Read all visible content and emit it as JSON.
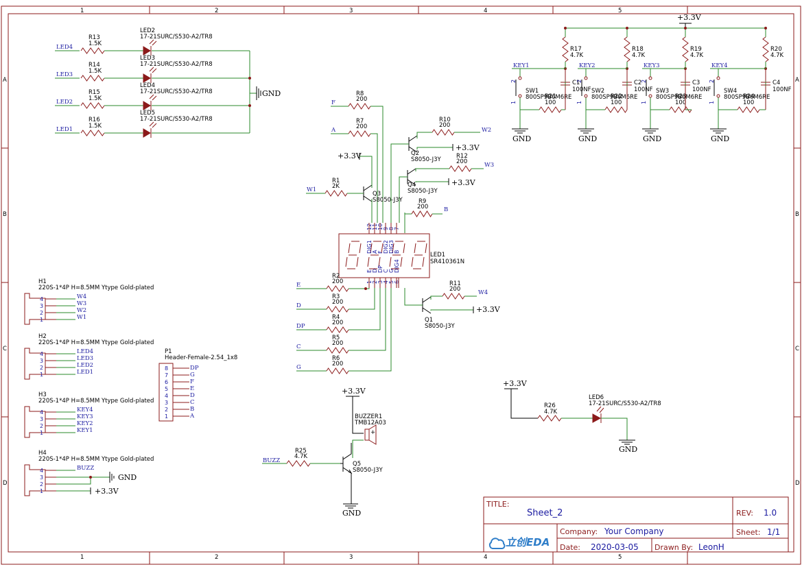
{
  "border": {
    "cols": [
      "1",
      "2",
      "3",
      "4",
      "5"
    ],
    "rows": [
      "A",
      "B",
      "C",
      "D"
    ]
  },
  "leds_left": [
    {
      "res": "R13",
      "val": "1.5K",
      "led": "LED2",
      "part": "17-21SURC/S530-A2/TR8",
      "net": "LED4"
    },
    {
      "res": "R14",
      "val": "1.5K",
      "led": "LED3",
      "part": "17-21SURC/S530-A2/TR8",
      "net": "LED3"
    },
    {
      "res": "R15",
      "val": "1.5K",
      "led": "LED4",
      "part": "17-21SURC/S530-A2/TR8",
      "net": "LED2"
    },
    {
      "res": "R16",
      "val": "1.5K",
      "led": "LED5",
      "part": "17-21SURC/S530-A2/TR8",
      "net": "LED1"
    }
  ],
  "gnd": "GND",
  "vcc": "+3.3V",
  "keys": [
    {
      "pullup": "R17",
      "pval": "4.7K",
      "net": "KEY1",
      "sw": "SW1",
      "swpart": "800SP9B6M6RE",
      "res": "R21",
      "rval": "100",
      "cap": "C1",
      "cval": "100NF"
    },
    {
      "pullup": "R18",
      "pval": "4.7K",
      "net": "KEY2",
      "sw": "SW2",
      "swpart": "800SP9B6M6RE",
      "res": "R22",
      "rval": "100",
      "cap": "C2",
      "cval": "100NF"
    },
    {
      "pullup": "R19",
      "pval": "4.7K",
      "net": "KEY3",
      "sw": "SW3",
      "swpart": "800SP9B6M6RE",
      "res": "R23",
      "rval": "100",
      "cap": "C3",
      "cval": "100NF"
    },
    {
      "pullup": "R20",
      "pval": "4.7K",
      "net": "KEY4",
      "sw": "SW4",
      "swpart": "800SP9B6M6RE",
      "res": "R24",
      "rval": "100",
      "cap": "C4",
      "cval": "100NF"
    }
  ],
  "seg_top": [
    {
      "res": "R8",
      "val": "200",
      "net": "F"
    },
    {
      "res": "R7",
      "val": "200",
      "net": "A"
    }
  ],
  "seg_bottom": [
    {
      "res": "R2",
      "val": "200",
      "net": "E"
    },
    {
      "res": "R3",
      "val": "200",
      "net": "D"
    },
    {
      "res": "R4",
      "val": "200",
      "net": "DP"
    },
    {
      "res": "R5",
      "val": "200",
      "net": "C"
    },
    {
      "res": "R6",
      "val": "200",
      "net": "G"
    }
  ],
  "transistors": [
    {
      "ref": "Q2",
      "part": "S8050-J3Y",
      "res": "R10",
      "rval": "200",
      "net": "W2"
    },
    {
      "ref": "Q4",
      "part": "S8050-J3Y",
      "res": "R12",
      "rval": "200",
      "net": "W3"
    },
    {
      "ref": "Q3",
      "part": "S8050-J3Y",
      "res": "R1",
      "rval": "2K",
      "net": "W1"
    },
    {
      "ref": "Q1",
      "part": "S8050-J3Y",
      "res": "R11",
      "rval": "200",
      "net": "W4"
    }
  ],
  "r9": {
    "ref": "R9",
    "val": "200",
    "net": "B"
  },
  "display": {
    "ref": "LED1",
    "part": "SR410361N",
    "top_pins": [
      "12",
      "11",
      "10",
      "9",
      "8",
      "7"
    ],
    "top_names": [
      "DIG1",
      "A",
      "F",
      "DIG2",
      "DIG3",
      "B"
    ],
    "bot_pins": [
      "1",
      "2",
      "3",
      "4",
      "5",
      "6"
    ],
    "bot_names": [
      "E",
      "D",
      "DP",
      "C",
      "G",
      "DIG4"
    ]
  },
  "headers": [
    {
      "ref": "H1",
      "part": "220S-1*4P H=8.5MM Ytype Gold-plated",
      "pins": [
        "4",
        "3",
        "2",
        "1"
      ],
      "nets": [
        "W4",
        "W3",
        "W2",
        "W1"
      ]
    },
    {
      "ref": "H2",
      "part": "220S-1*4P H=8.5MM Ytype Gold-plated",
      "pins": [
        "4",
        "3",
        "2",
        "1"
      ],
      "nets": [
        "LED4",
        "LED3",
        "LED2",
        "LED1"
      ]
    },
    {
      "ref": "H3",
      "part": "220S-1*4P H=8.5MM Ytype Gold-plated",
      "pins": [
        "4",
        "3",
        "2",
        "1"
      ],
      "nets": [
        "KEY4",
        "KEY3",
        "KEY2",
        "KEY1"
      ]
    },
    {
      "ref": "H4",
      "part": "220S-1*4P H=8.5MM Ytype Gold-plated",
      "pins": [
        "4",
        "3",
        "2",
        "1"
      ],
      "nets": [
        "BUZZ",
        "",
        "",
        ""
      ]
    }
  ],
  "p1": {
    "ref": "P1",
    "part": "Header-Female-2.54_1x8",
    "pins": [
      "8",
      "7",
      "6",
      "5",
      "4",
      "3",
      "2",
      "1"
    ],
    "nets": [
      "DP",
      "G",
      "F",
      "E",
      "D",
      "C",
      "B",
      "A"
    ]
  },
  "buzzer": {
    "ref": "BUZZER1",
    "part": "TMB12A03",
    "res": "R25",
    "rval": "4.7K",
    "net": "BUZZ",
    "q": "Q5",
    "qpart": "S8050-J3Y"
  },
  "led6": {
    "res": "R26",
    "rval": "4.7K",
    "ref": "LED6",
    "part": "17-21SURC/S530-A2/TR8"
  },
  "title_block": {
    "title_label": "TITLE:",
    "title": "Sheet_2",
    "rev_label": "REV:",
    "rev": "1.0",
    "company_label": "Company:",
    "company": "Your Company",
    "sheet_label": "Sheet:",
    "sheet": "1/1",
    "date_label": "Date:",
    "date": "2020-03-05",
    "drawn_label": "Drawn By:",
    "drawn": "LeonH",
    "logo_text": "立创EDA"
  },
  "colors": {
    "frame": "#8b1a1a",
    "wire": "#2a8a2a",
    "net": "#1a1aa0",
    "text": "#000000"
  }
}
